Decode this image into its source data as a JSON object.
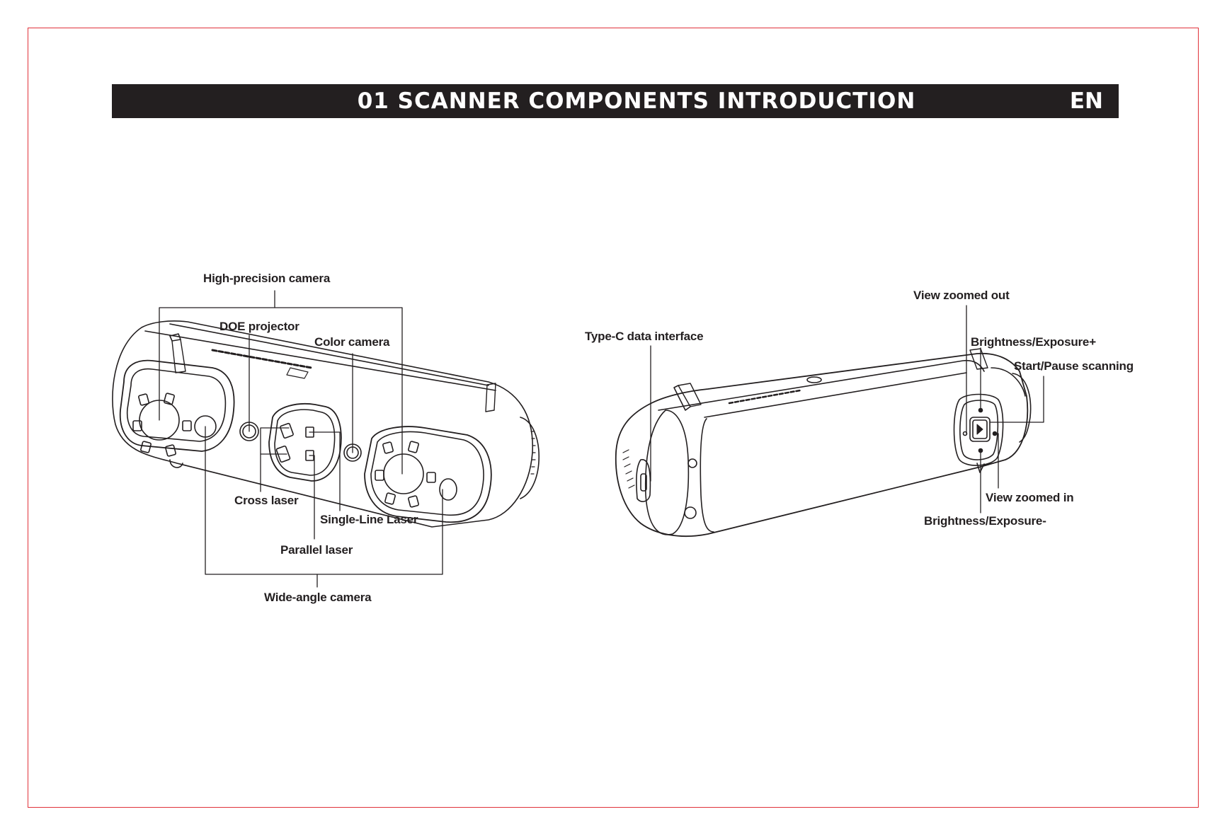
{
  "header": {
    "title": "01 SCANNER COMPONENTS INTRODUCTION",
    "language": "EN"
  },
  "front_view": {
    "labels": {
      "high_precision_camera": "High-precision camera",
      "doe_projector": "DOE projector",
      "color_camera": "Color camera",
      "cross_laser": "Cross laser",
      "single_line_laser": "Single-Line Laser",
      "parallel_laser": "Parallel laser",
      "wide_angle_camera": "Wide-angle camera"
    }
  },
  "rear_view": {
    "labels": {
      "type_c_interface": "Type-C data interface",
      "view_zoomed_out": "View zoomed out",
      "brightness_plus": "Brightness/Exposure+",
      "start_pause": "Start/Pause scanning",
      "view_zoomed_in": "View zoomed in",
      "brightness_minus": "Brightness/Exposure-"
    }
  },
  "colors": {
    "border": "#e0323a",
    "title_bar": "#231f20",
    "line": "#231f20"
  },
  "icons": [
    "scanner-front-illustration",
    "scanner-rear-illustration",
    "play-pause-icon"
  ]
}
